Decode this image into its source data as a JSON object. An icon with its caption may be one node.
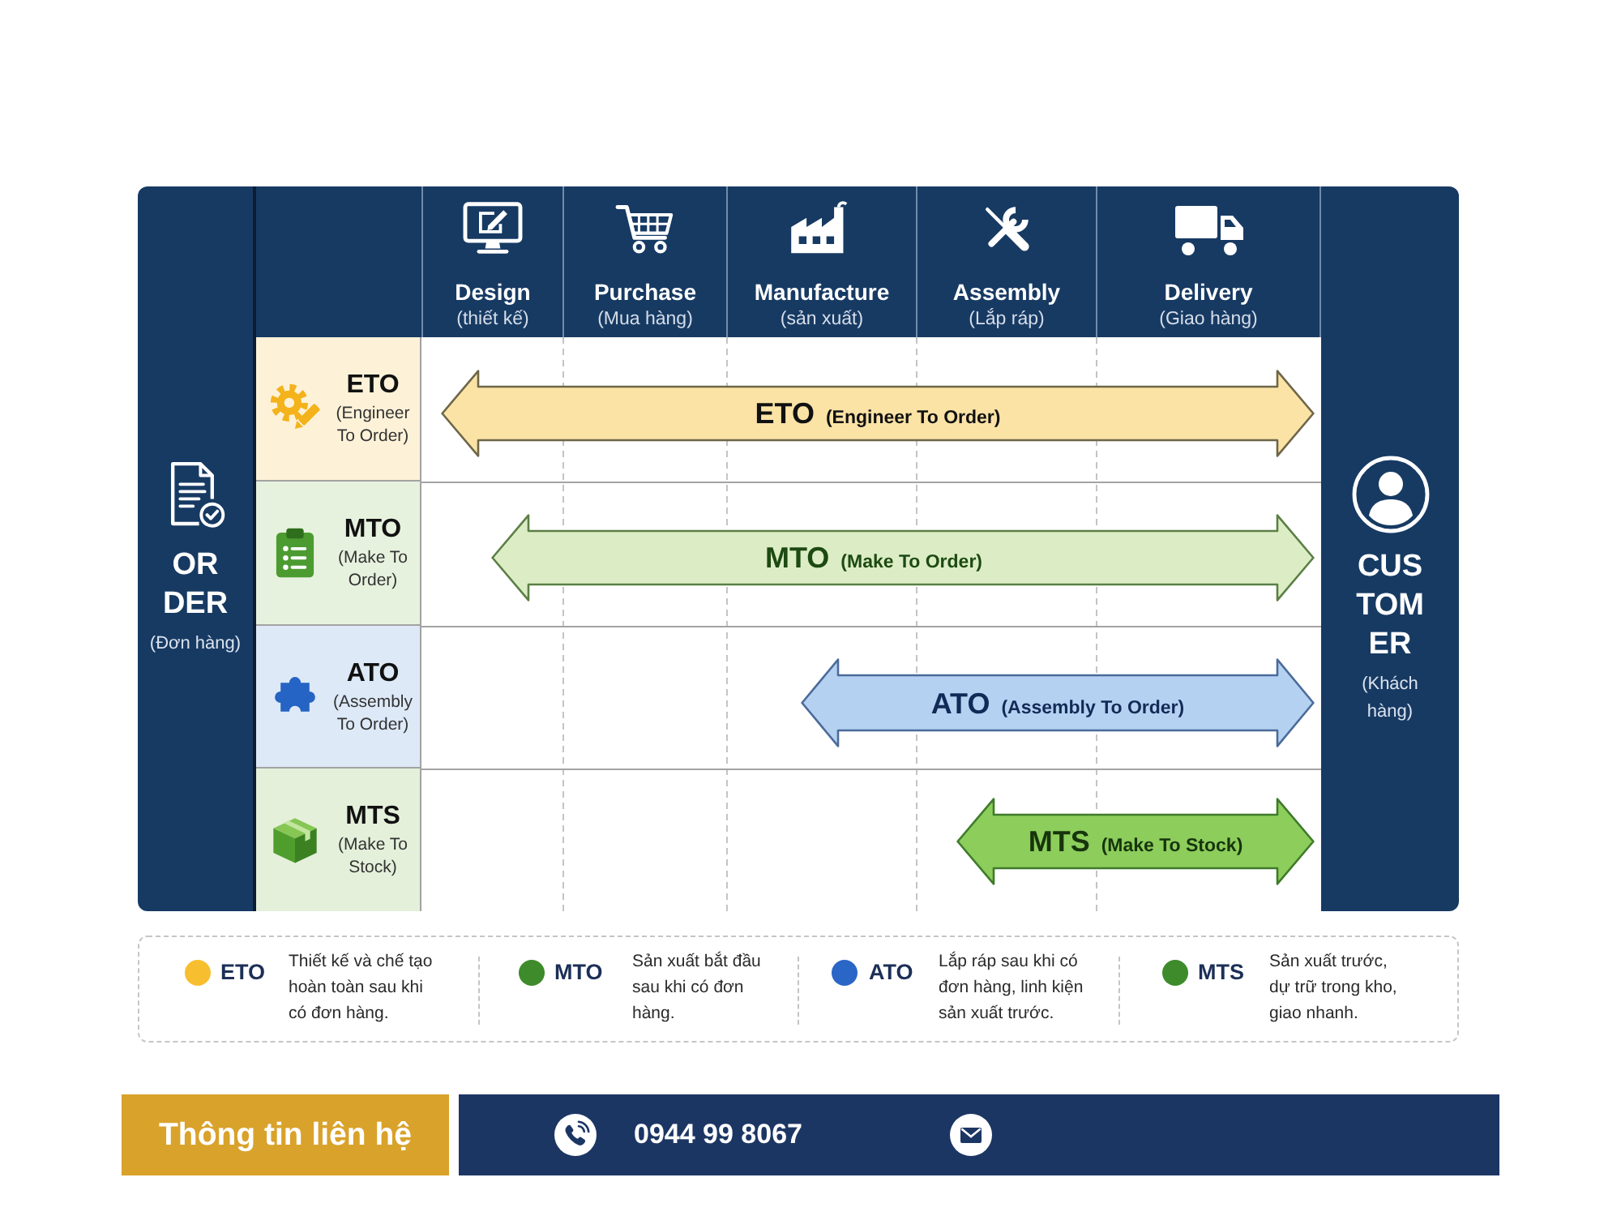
{
  "diagram": {
    "nodes": [
      {
        "text": [
          "OR DER",
          "(Đơn hàng)"
        ]
      },
      {
        "text": [
          "Design",
          "(thiết kế)"
        ]
      },
      {
        "text": [
          "Purchase",
          "(Mua hàng)"
        ]
      },
      {
        "text": [
          "Manufacture",
          "(sản xuất)"
        ]
      },
      {
        "text": [
          "Assembly",
          "(Lắp ráp)"
        ]
      },
      {
        "text": [
          "Delivery",
          "(Giao hàng)"
        ]
      },
      {
        "text": [
          "CUS TOM ER",
          "(Khách hàng)"
        ]
      },
      {
        "text": [
          "ETO",
          "(Engineer To Order)"
        ]
      },
      {
        "text": [
          "ETO",
          "(Engineer To Order)"
        ]
      },
      {
        "text": [
          "MTO",
          "(Make To Order)"
        ]
      },
      {
        "text": [
          "MTO",
          "(Make To Order)"
        ]
      },
      {
        "text": [
          "ATO",
          "(Assembly To Order)"
        ]
      },
      {
        "text": [
          "ATO",
          "(Assembly To Order)"
        ]
      },
      {
        "text": [
          "MTS",
          "(Make To Stock)"
        ]
      },
      {
        "text": [
          "MTS",
          "(Make To Stock)"
        ]
      },
      {
        "text": [
          "Thông tin liên hệ"
        ]
      },
      {
        "text": [
          "0944 99 8067"
        ]
      }
    ],
    "labels": [
      "Thiết kế và chế tạo hoàn toàn sau khi có đơn hàng.",
      "Sản xuất bắt đầu sau khi có đơn hàng.",
      "Lắp ráp sau khi có đơn hàng, linh kiện sản xuất trước.",
      "Sản xuất trước, dự trữ trong kho, giao nhanh."
    ],
    "legend": [
      {
        "text": "ETO",
        "color": "#f7bf2f"
      },
      {
        "text": "MTO",
        "color": "#3d8b2a"
      },
      {
        "text": "ATO",
        "color": "#2a66c6"
      },
      {
        "text": "MTS",
        "color": "#3d8b2a"
      }
    ]
  }
}
